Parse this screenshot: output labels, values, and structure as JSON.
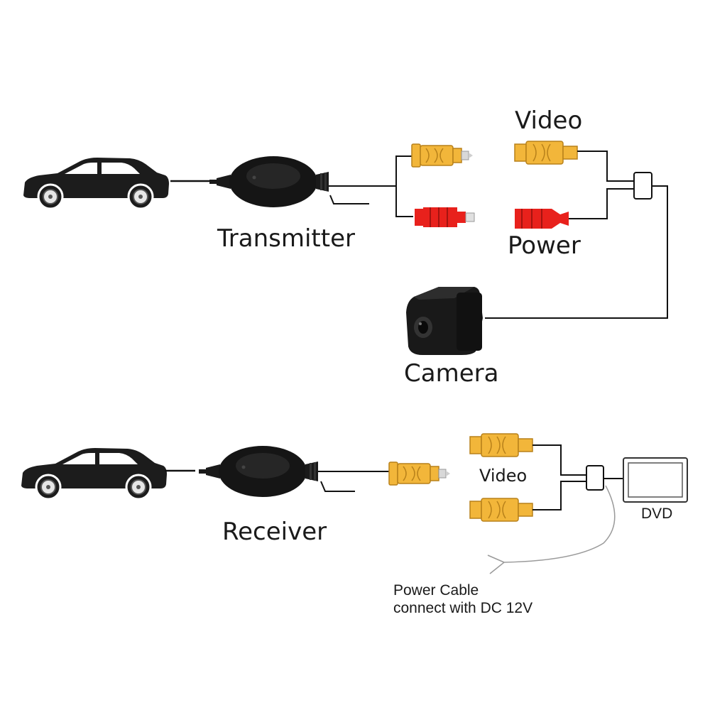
{
  "labels": {
    "transmitter": "Transmitter",
    "video_top": "Video",
    "power": "Power",
    "camera": "Camera",
    "receiver": "Receiver",
    "video_bottom": "Video",
    "dvd": "DVD",
    "power_cable_line1": "Power Cable",
    "power_cable_line2": "connect with DC 12V"
  },
  "colors": {
    "car": "#1c1c1c",
    "device_body": "#151515",
    "rca_yellow": "#f2b63a",
    "rca_yellow_dark": "#b8811a",
    "rca_red": "#e8211c",
    "wire": "#111111",
    "power_wire": "#9a9a9a"
  },
  "icons": [
    "car-icon",
    "transmitter-icon",
    "receiver-icon",
    "camera-icon",
    "dvd-monitor-icon",
    "rca-connector-icon"
  ]
}
